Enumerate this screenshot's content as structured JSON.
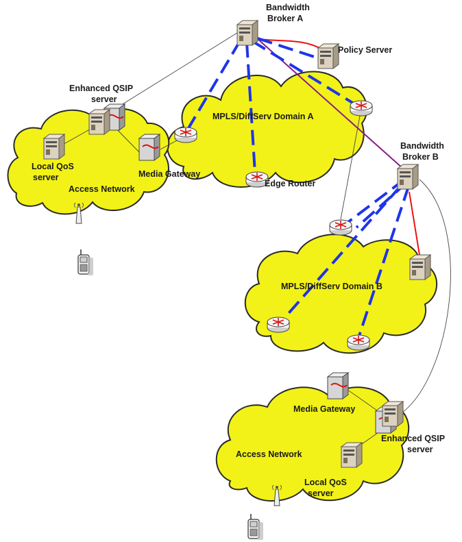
{
  "labels": {
    "bb_a_1": "Bandwidth",
    "bb_a_2": "Broker A",
    "policy": "Policy Server",
    "eqsip_a_1": "Enhanced QSIP",
    "eqsip_a_2": "server",
    "domain_a": "MPLS/DiffServ Domain A",
    "local_qos_a_1": "Local QoS",
    "local_qos_a_2": "server",
    "media_gw_a": "Media Gateway",
    "access_a": "Access Network",
    "edge_router": "Edge Router",
    "bb_b_1": "Bandwidth",
    "bb_b_2": "Broker B",
    "domain_b": "MPLS/DiffServ Domain B",
    "media_gw_b": "Media Gateway",
    "eqsip_b_1": "Enhanced QSIP",
    "eqsip_b_2": "server",
    "access_b": "Access Network",
    "local_qos_b_1": "Local QoS",
    "local_qos_b_2": "server"
  },
  "colors": {
    "cloud": "#f2f218",
    "lsp_dashed": "#1f35e8",
    "policy_link": "#ee1111",
    "broker_link": "#8b1b8b"
  },
  "icons": [
    "server-icon",
    "router-icon",
    "media-gateway-icon",
    "antenna-icon",
    "mobile-phone-icon"
  ]
}
